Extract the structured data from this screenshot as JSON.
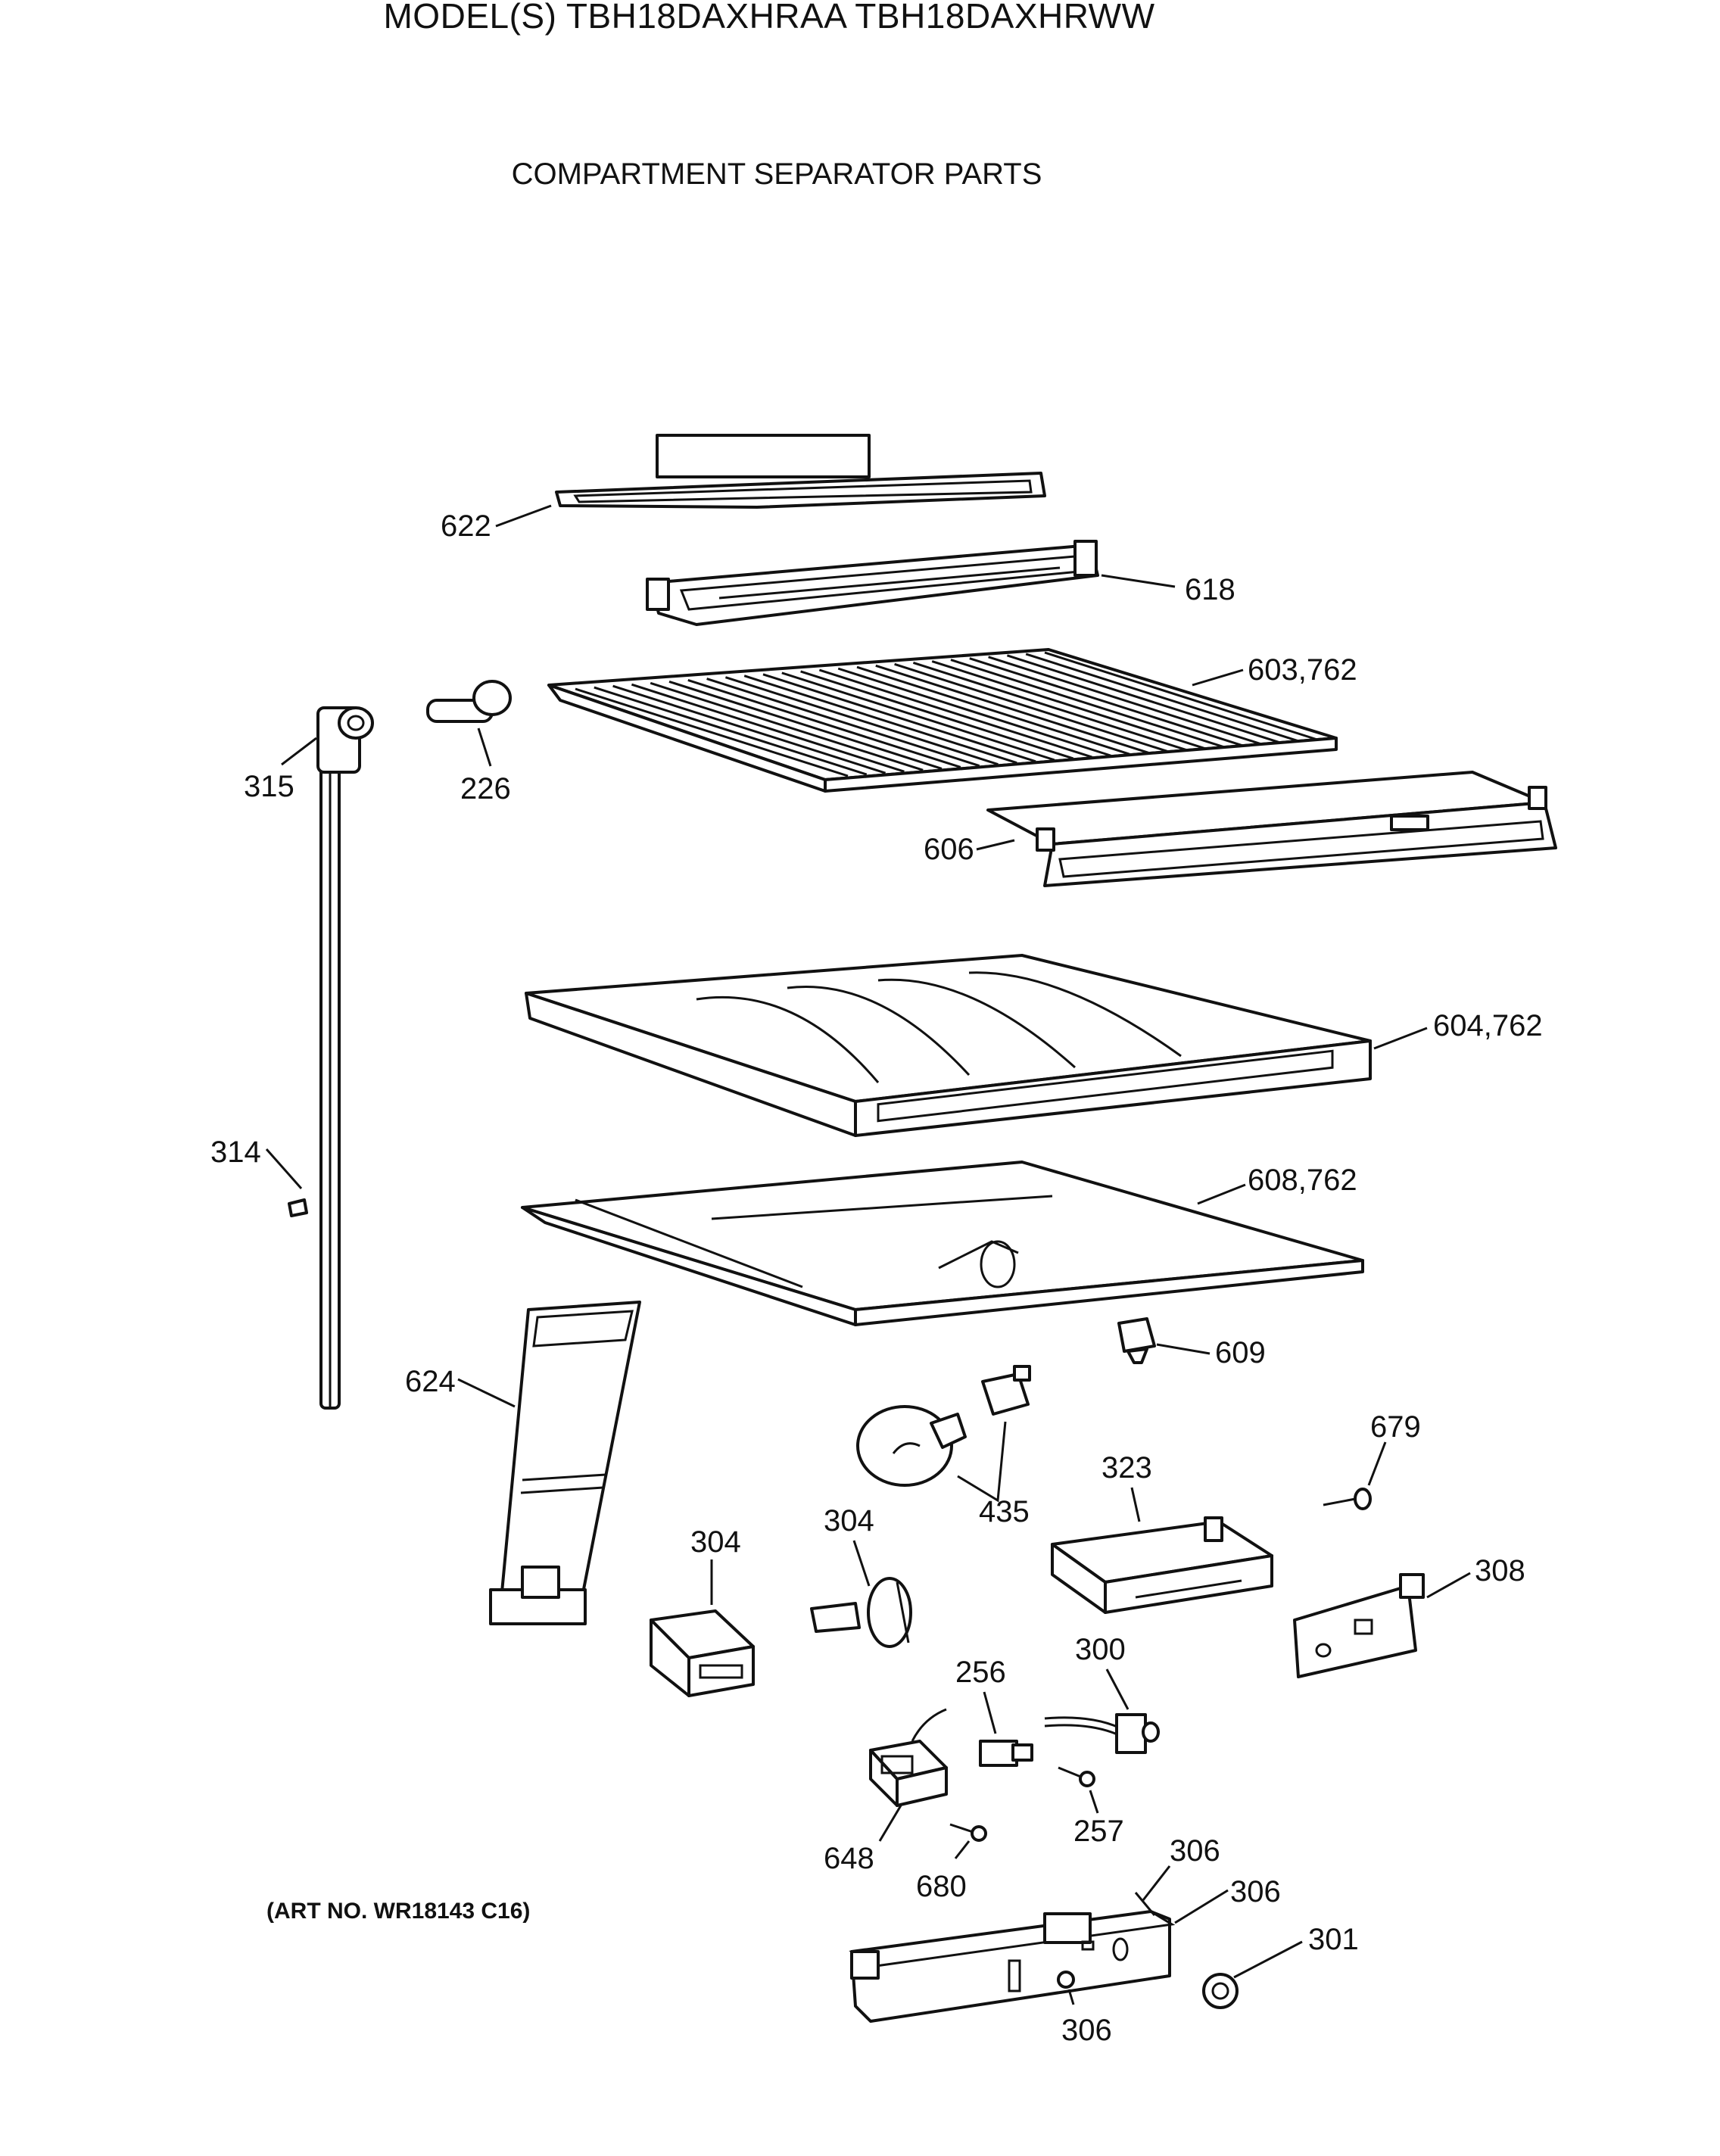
{
  "header": {
    "model_title": "MODEL(S) TBH18DAXHRAA  TBH18DAXHRWW",
    "section_title": "COMPARTMENT SEPARATOR PARTS"
  },
  "footer": {
    "art_number": "(ART NO. WR18143 C16)"
  },
  "callouts": {
    "c622": "622",
    "c618": "618",
    "c603": "603,762",
    "c226": "226",
    "c315": "315",
    "c606": "606",
    "c604": "604,762",
    "c314": "314",
    "c608": "608,762",
    "c609": "609",
    "c624": "624",
    "c679": "679",
    "c323": "323",
    "c435": "435",
    "c304a": "304",
    "c304b": "304",
    "c308": "308",
    "c256": "256",
    "c300": "300",
    "c257": "257",
    "c648": "648",
    "c680": "680",
    "c306a": "306",
    "c306b": "306",
    "c306c": "306",
    "c301": "301"
  }
}
